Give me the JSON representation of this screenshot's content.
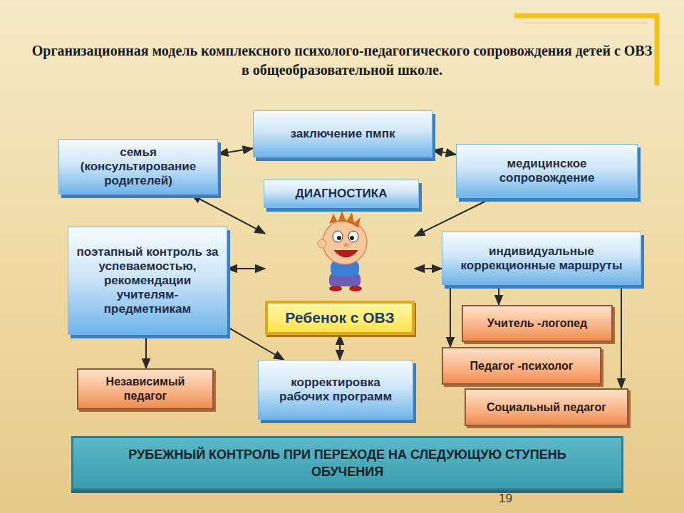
{
  "diagram": {
    "title": "Организационная модель комплексного психолого-педагогического сопровождения детей с ОВЗ в общеобразовательной школе.",
    "nodes": [
      {
        "text": [
          "заключение пмпк"
        ]
      },
      {
        "text": [
          "семья (консультирование родителей)"
        ]
      },
      {
        "text": [
          "медицинское сопровождение"
        ]
      },
      {
        "text": [
          "ДИАГНОСТИКА"
        ]
      },
      {
        "text": [
          "поэтапный контроль за успеваемостью, рекомендации учителям-предметникам"
        ]
      },
      {
        "text": [
          "индивидуальные коррекционные маршруты"
        ]
      },
      {
        "text": [
          "Ребенок с ОВЗ"
        ]
      },
      {
        "text": [
          "Учитель -логопед"
        ]
      },
      {
        "text": [
          "Независимый педагог"
        ]
      },
      {
        "text": [
          "корректировка рабочих программ"
        ]
      },
      {
        "text": [
          "Педагог -психолог"
        ]
      },
      {
        "text": [
          "Социальный педагог"
        ]
      },
      {
        "text": [
          "РУБЕЖНЫЙ КОНТРОЛЬ ПРИ ПЕРЕХОДЕ НА СЛЕДУЮЩУЮ СТУПЕНЬ ОБУЧЕНИЯ"
        ]
      }
    ],
    "edges": [
      {
        "from": 1,
        "to": 0,
        "arrow": "both"
      },
      {
        "from": 0,
        "to": 2,
        "arrow": "both"
      },
      {
        "from": 1,
        "to": 6,
        "arrow": "both"
      },
      {
        "from": 2,
        "to": 6,
        "arrow": "to"
      },
      {
        "from": 4,
        "to": 6,
        "arrow": "both"
      },
      {
        "from": 6,
        "to": 5,
        "arrow": "both"
      },
      {
        "from": 6,
        "to": 9,
        "arrow": "both"
      },
      {
        "from": 4,
        "to": 9,
        "arrow": "to"
      },
      {
        "from": 4,
        "to": 8,
        "arrow": "to"
      },
      {
        "from": 5,
        "to": 7,
        "arrow": "to"
      },
      {
        "from": 5,
        "to": 10,
        "arrow": "to"
      },
      {
        "from": 5,
        "to": 11,
        "arrow": "to"
      }
    ],
    "labels": [
      "19"
    ]
  }
}
